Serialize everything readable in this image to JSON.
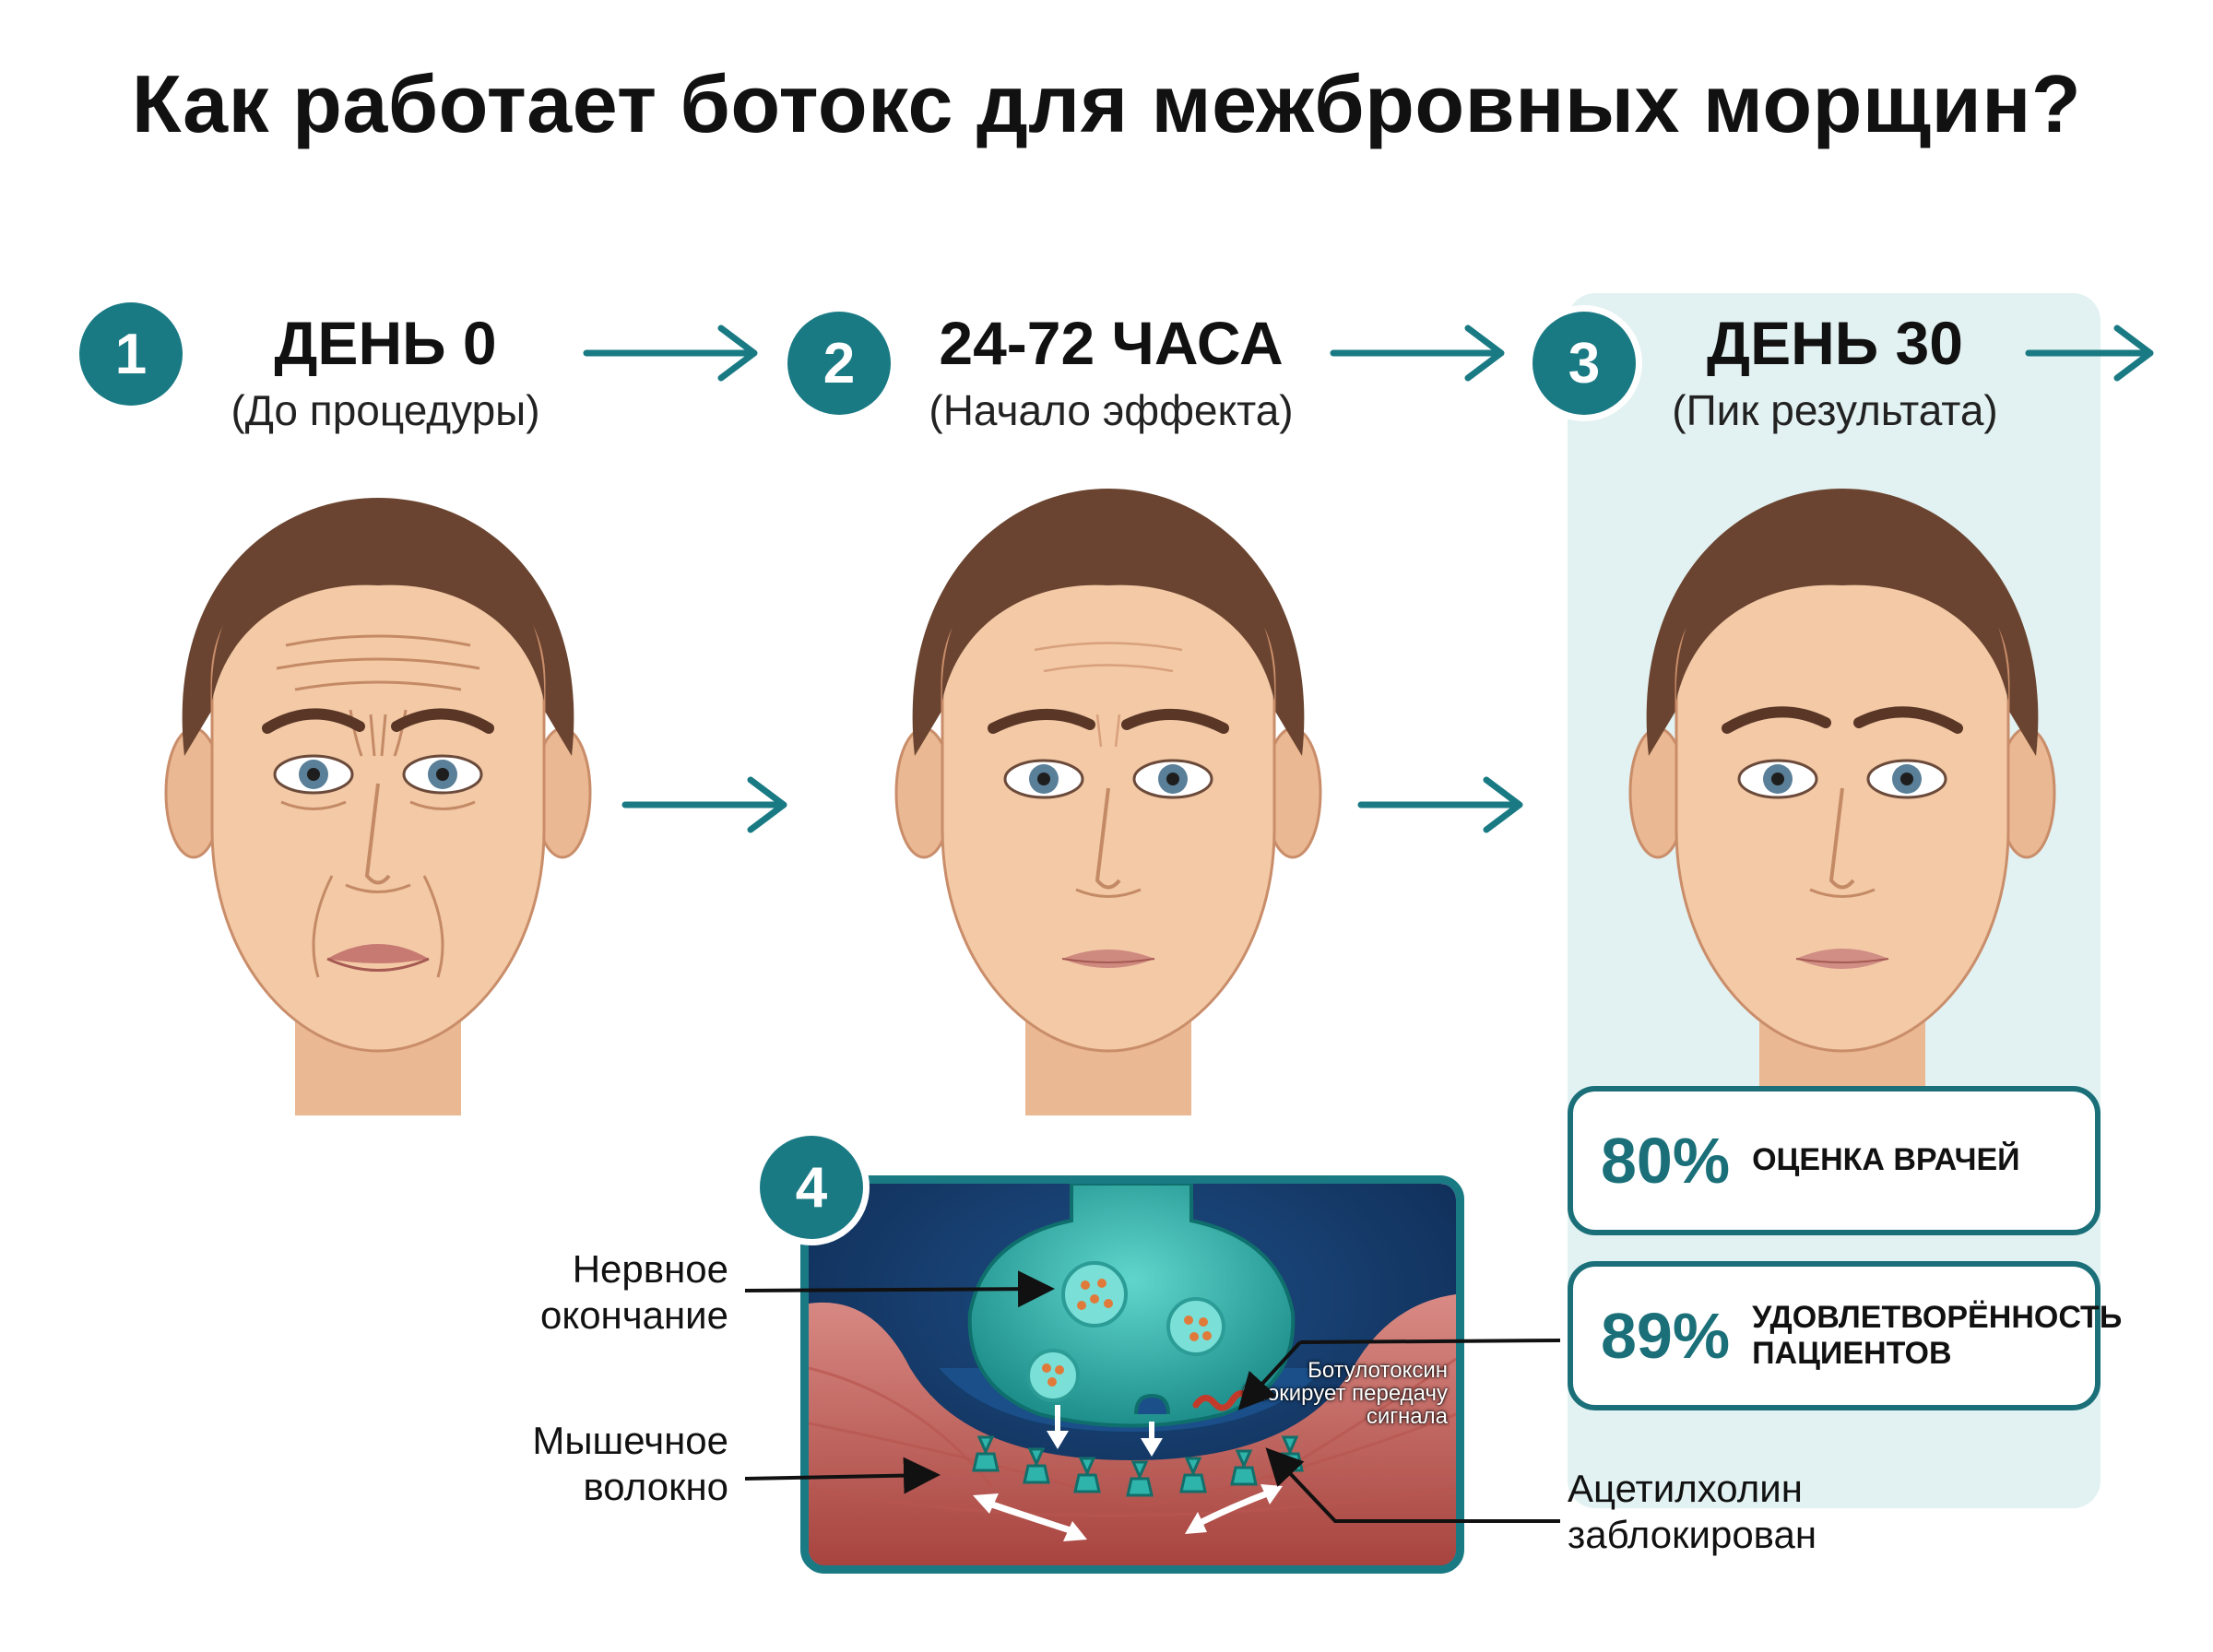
{
  "title": "Как работает ботокс для межбровных морщин?",
  "colors": {
    "accent": "#1a7a84",
    "highlight_panel": "#e2f1f1",
    "skin": "#f3c9a6",
    "hair": "#6a4430",
    "muscle": "#c45a55",
    "nerve": "#2fb4ac"
  },
  "stages": [
    {
      "number": "1",
      "title": "ДЕНЬ 0",
      "subtitle": "(До процедуры)"
    },
    {
      "number": "2",
      "title": "24-72 ЧАСА",
      "subtitle": "(Начало эффекта)"
    },
    {
      "number": "3",
      "title": "ДЕНЬ 30",
      "subtitle": "(Пик результата)"
    }
  ],
  "stats": [
    {
      "value": "80%",
      "label": "ОЦЕНКА ВРАЧЕЙ"
    },
    {
      "value": "89%",
      "label": "УДОВЛЕТВОРЁННОСТЬ ПАЦИЕНТОВ"
    }
  ],
  "diagram": {
    "number": "4",
    "labels": {
      "nerve_ending": "Нервное окончание",
      "muscle_fiber": "Мышечное волокно",
      "toxin": "Ботулотоксин блокирует передачу сигнала",
      "acetylcholine": "Ацетилхолин заблокирован"
    }
  }
}
